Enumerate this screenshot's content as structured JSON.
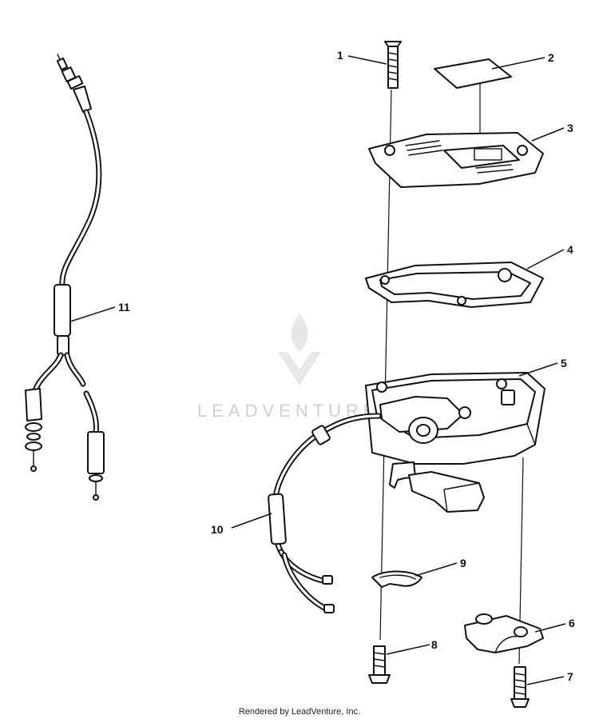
{
  "diagram": {
    "callouts": [
      {
        "id": "1",
        "label": "1"
      },
      {
        "id": "2",
        "label": "2"
      },
      {
        "id": "3",
        "label": "3"
      },
      {
        "id": "4",
        "label": "4"
      },
      {
        "id": "5",
        "label": "5"
      },
      {
        "id": "6",
        "label": "6"
      },
      {
        "id": "7",
        "label": "7"
      },
      {
        "id": "8",
        "label": "8"
      },
      {
        "id": "9",
        "label": "9"
      },
      {
        "id": "10",
        "label": "10"
      },
      {
        "id": "11",
        "label": "11"
      }
    ]
  },
  "watermark": {
    "text": "LEADVENTURE",
    "color": "#cfcfcf"
  },
  "footer": {
    "text": "Rendered by LeadVenture, Inc."
  }
}
